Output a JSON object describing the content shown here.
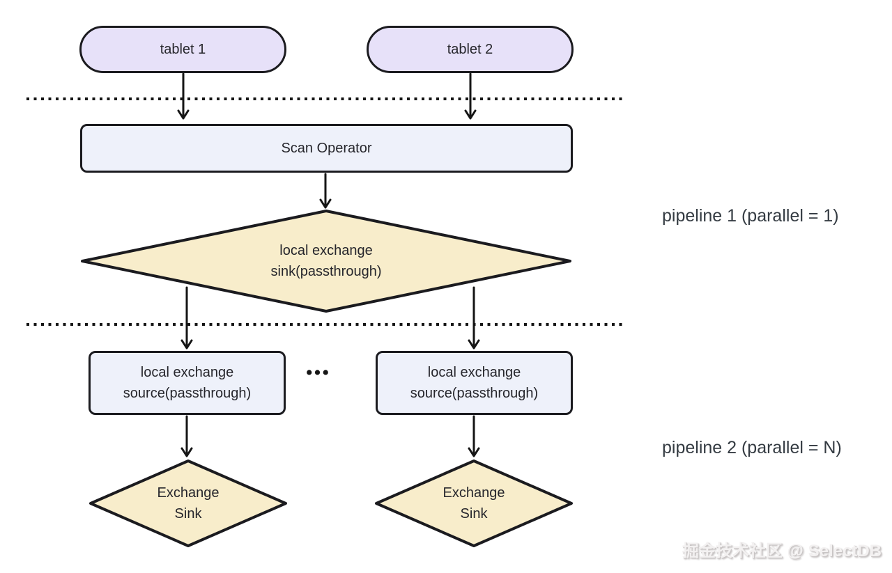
{
  "diagram": {
    "nodes": {
      "tablet1": {
        "label": "tablet 1"
      },
      "tablet2": {
        "label": "tablet 2"
      },
      "scan_operator": {
        "label": "Scan Operator"
      },
      "local_exchange_sink": {
        "line1": "local exchange",
        "line2": "sink(passthrough)"
      },
      "local_exchange_source_left": {
        "line1": "local exchange",
        "line2": "source(passthrough)"
      },
      "local_exchange_source_right": {
        "line1": "local exchange",
        "line2": "source(passthrough)"
      },
      "exchange_sink_left": {
        "line1": "Exchange",
        "line2": "Sink"
      },
      "exchange_sink_right": {
        "line1": "Exchange",
        "line2": "Sink"
      }
    },
    "annotations": {
      "pipeline1": "pipeline 1 (parallel = 1)",
      "pipeline2": "pipeline 2 (parallel = N)",
      "ellipsis": "•••"
    },
    "watermark": "掘金技术社区 @ SelectDB",
    "colors": {
      "pill_fill": "#e7e1f9",
      "rect_fill": "#eef1fa",
      "diamond_fill": "#f8edcb",
      "stroke": "#1b1b1f",
      "annotation_text": "#343b42",
      "node_text": "#26262c",
      "watermark_text": "#f3f1f1"
    }
  }
}
